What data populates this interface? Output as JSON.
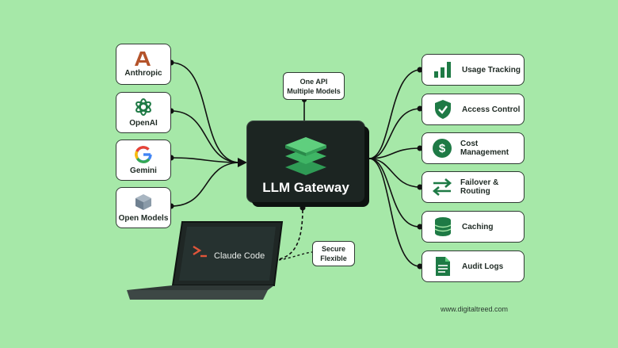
{
  "providers": [
    {
      "label": "Anthropic",
      "icon": "anthropic-logo-icon"
    },
    {
      "label": "OpenAI",
      "icon": "openai-logo-icon"
    },
    {
      "label": "Gemini",
      "icon": "google-g-icon"
    },
    {
      "label": "Open Models",
      "icon": "cube-icon"
    }
  ],
  "gateway": {
    "title": "LLM Gateway",
    "icon": "layers-icon"
  },
  "api_note": {
    "line1": "One API",
    "line2": "Multiple Models"
  },
  "client_note": {
    "line1": "Secure",
    "line2": "Flexible"
  },
  "client": {
    "label": "Claude Code",
    "prompt": "> _",
    "icon": "laptop-icon"
  },
  "capabilities": [
    {
      "label": "Usage Tracking",
      "icon": "bar-chart-icon"
    },
    {
      "label": "Access Control",
      "icon": "shield-check-icon"
    },
    {
      "label": "Cost Management",
      "icon": "dollar-icon"
    },
    {
      "label": "Failover & Routing",
      "icon": "swap-arrows-icon"
    },
    {
      "label": "Caching",
      "icon": "database-icon"
    },
    {
      "label": "Audit Logs",
      "icon": "document-icon"
    }
  ],
  "footer": {
    "url": "www.digitaltreed.com"
  },
  "colors": {
    "background": "#a6e8a8",
    "accent_green": "#1e7a45",
    "gateway_dark": "#1c2522"
  }
}
